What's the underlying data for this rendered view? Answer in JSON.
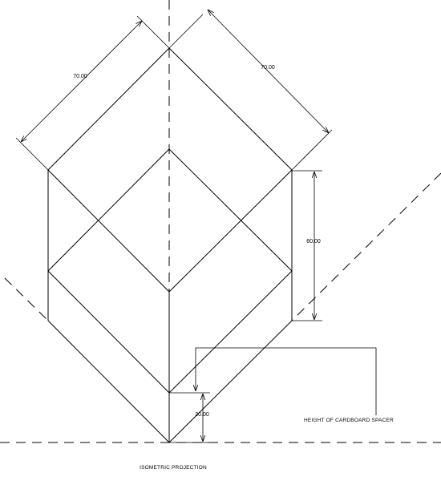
{
  "labels": {
    "dim_left_top": "70.00",
    "dim_right_top": "70.00",
    "dim_height": "60.00",
    "dim_spacer": "20.00",
    "note_spacer": "HEIGHT OF CARDBOARD SPACER",
    "caption": "ISOMETRIC PROJECTION"
  },
  "colors": {
    "line": "#000000",
    "background": "#ffffff"
  }
}
